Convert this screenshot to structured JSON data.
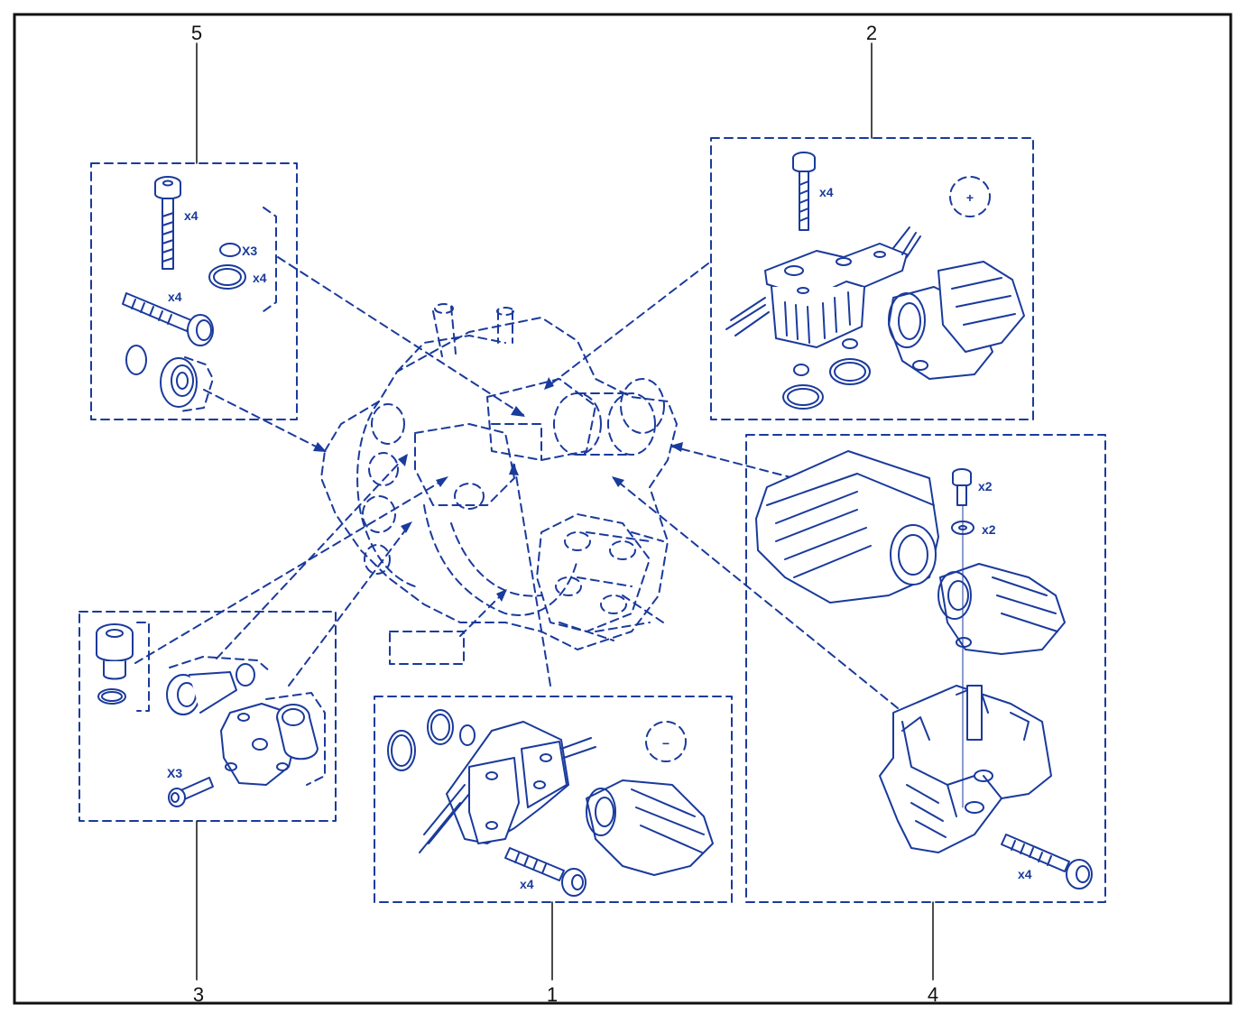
{
  "colors": {
    "line": "#1a3a9c",
    "border": "#111111",
    "label": "#111111",
    "background": "#ffffff"
  },
  "callouts": {
    "c1": "1",
    "c2": "2",
    "c3": "3",
    "c4": "4",
    "c5": "5"
  },
  "group5": {
    "bolt_long_qty": "x4",
    "oring_small_qty": "X3",
    "oring_large_qty": "x4",
    "bolt_side_qty": "x4"
  },
  "group2": {
    "bolt_qty": "x4",
    "polarity": "+"
  },
  "group4": {
    "screw_qty": "x2",
    "washer_qty": "x2",
    "bolt_qty": "x4"
  },
  "group3": {
    "screw_qty": "X3"
  },
  "group1": {
    "bolt_qty": "x4",
    "polarity": "−"
  }
}
